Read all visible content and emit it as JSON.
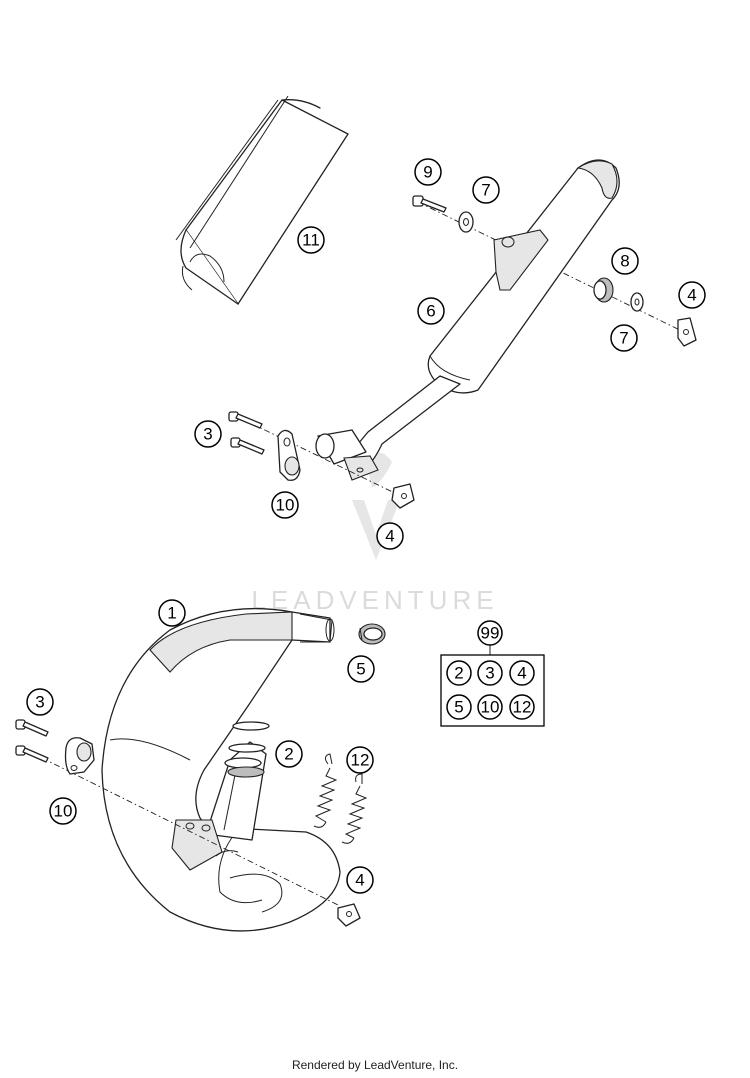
{
  "diagram": {
    "watermark_text": "LEADVENTURE",
    "callouts": {
      "silencer_sleeve": "11",
      "silencer_bolt": "9",
      "washer_upper_left": "7",
      "rubber_bushing": "8",
      "washer_lower_right": "7",
      "clip_nut_upper_right": "4",
      "silencer": "6",
      "bolt_upper_bracket": "3",
      "bracket_upper": "10",
      "clip_nut_upper_bottom": "4",
      "exhaust_pipe": "1",
      "o_ring_sleeve": "5",
      "seal_rings": "2",
      "springs": "12",
      "bolt_lower_bracket": "3",
      "bracket_lower": "10",
      "clip_nut_lower": "4"
    },
    "kit": {
      "title": "99",
      "items": [
        "2",
        "3",
        "4",
        "5",
        "10",
        "12"
      ]
    }
  },
  "footer": {
    "credit": "Rendered by LeadVenture, Inc."
  }
}
